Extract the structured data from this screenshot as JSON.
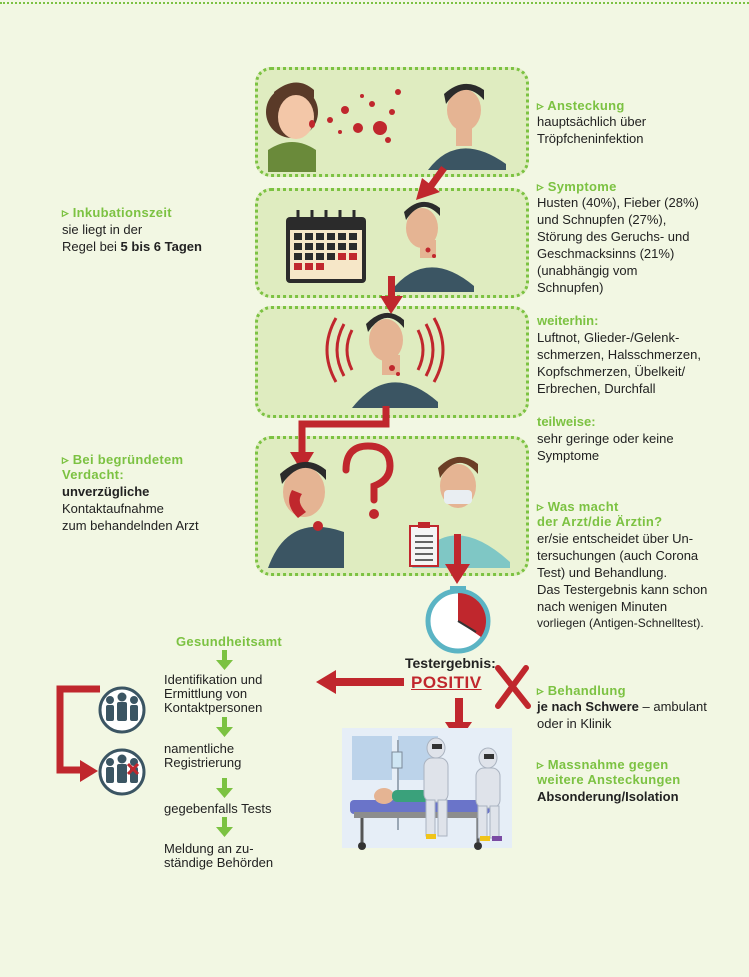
{
  "colors": {
    "green": "#7cc242",
    "red": "#c0272d",
    "panel": "#dfecc0",
    "background": "#f2f7e3"
  },
  "infection": {
    "heading": "▹ Ansteckung",
    "line1": "hauptsächlich über",
    "line2": "Tröpfcheninfektion"
  },
  "symptoms": {
    "heading": "▹ Symptome",
    "lines": [
      "Husten (40%), Fieber (28%)",
      "und Schnupfen (27%),",
      "Störung des Geruchs- und",
      "Geschmacksinns (21%)",
      "(unabhängig vom",
      "Schnupfen)"
    ],
    "further_label": "weiterhin:",
    "further_lines": [
      "Luftnot, Glieder-/Gelenk-",
      "schmerzen, Halsschmerzen,",
      "Kopfschmerzen, Übelkeit/",
      "Erbrechen, Durchfall"
    ],
    "partial_label": "teilweise:",
    "partial_lines": [
      "sehr geringe oder keine",
      "Symptome"
    ]
  },
  "incubation": {
    "heading": "▹ Inkubationszeit",
    "line1": "sie liegt in der",
    "line2_prefix": "Regel bei ",
    "line2_bold": "5 bis 6 Tagen"
  },
  "suspicion": {
    "heading_line1": "▹ Bei begründetem",
    "heading_line2": "Verdacht:",
    "bold": "unverzügliche",
    "line2": "Kontaktaufnahme",
    "line3": "zum behandelnden Arzt"
  },
  "doctor": {
    "heading_line1": "▹ Was macht",
    "heading_line2": "der Arzt/die Ärztin?",
    "lines": [
      "er/sie entscheidet über Un-",
      "tersuchungen (auch Corona",
      "Test) und Behandlung.",
      "Das Testergebnis kann schon",
      "nach wenigen Minuten",
      "vorliegen (Antigen-Schnelltest)."
    ]
  },
  "test": {
    "label": "Testergebnis:",
    "result": "POSITIV"
  },
  "treatment": {
    "heading": "▹ Behandlung",
    "bold": "je nach Schwere",
    "rest": " – ambulant",
    "line2": "oder in Klinik"
  },
  "measure": {
    "heading_line1": "▹ Massnahme gegen",
    "heading_line2": "weitere Ansteckungen",
    "bold": "Absonderung/Isolation"
  },
  "health_office": {
    "heading": "Gesundheitsamt",
    "steps": [
      [
        "Identifikation und",
        "Ermittlung von",
        "Kontaktpersonen"
      ],
      [
        "namentliche",
        "Registrierung"
      ],
      [
        "gegebenfalls Tests"
      ],
      [
        "Meldung an zu-",
        "ständige Behörden"
      ]
    ]
  },
  "icons": [
    "cough-figures-icon",
    "calendar-icon",
    "sick-person-icon",
    "phone-call-icon",
    "question-mark-icon",
    "doctor-icon",
    "clipboard-icon",
    "timer-icon",
    "cross-icon",
    "contact-group-icon",
    "isolated-group-icon",
    "hospital-scene-icon"
  ]
}
